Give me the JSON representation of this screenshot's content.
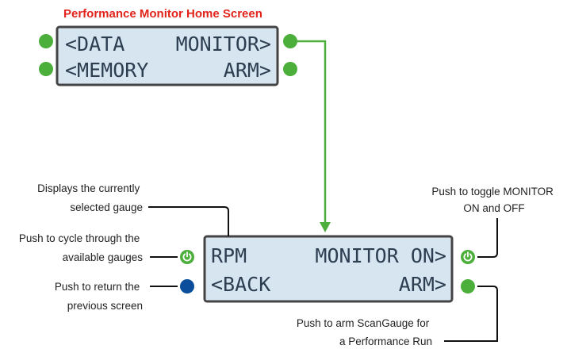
{
  "title": "Performance Monitor Home Screen",
  "colors": {
    "green": "#4caf3b",
    "blue": "#0b4f9c",
    "title_red": "#e2231a",
    "lcd": "#d7e5f1",
    "lcd_border": "#444444"
  },
  "home_screen": {
    "row1_left": "<DATA",
    "row1_right": "MONITOR>",
    "row2_left": "<MEMORY",
    "row2_right": "ARM>"
  },
  "monitor_screen": {
    "row1_left": "RPM",
    "row1_right": "MONITOR ON>",
    "row2_left": "<BACK",
    "row2_right": "ARM>"
  },
  "button_icons": {
    "cycle": "power-cycle-icon",
    "toggle": "power-cycle-icon"
  },
  "annotations": {
    "displays_gauge": [
      "Displays the currently",
      "selected gauge"
    ],
    "cycle_gauges": [
      "Push to cycle through the",
      "available gauges"
    ],
    "return_screen": [
      "Push to return the",
      "previous screen"
    ],
    "toggle_monitor": [
      "Push to toggle MONITOR",
      "ON and OFF"
    ],
    "arm_scangauge": [
      "Push to arm ScanGauge for",
      "a Performance Run"
    ]
  }
}
